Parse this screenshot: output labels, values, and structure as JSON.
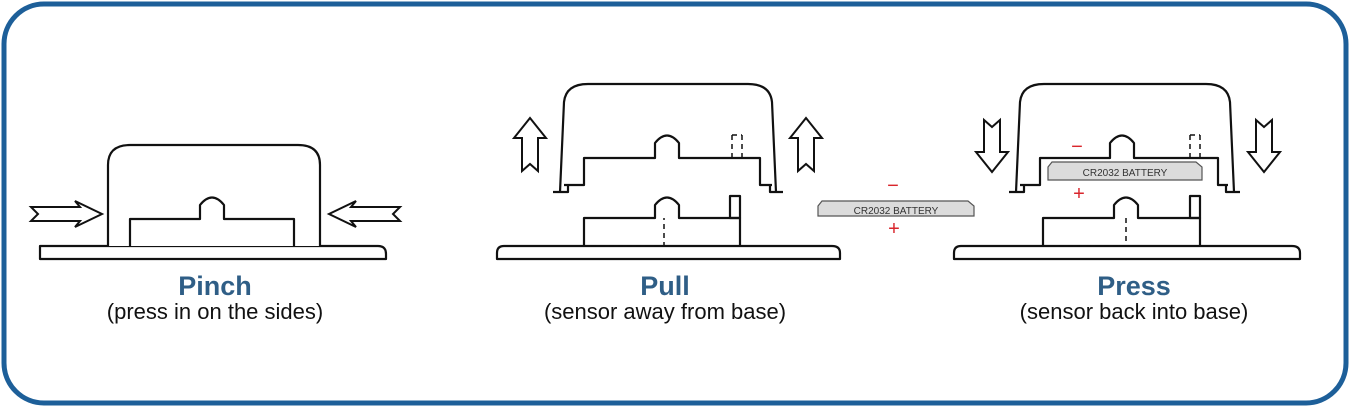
{
  "colors": {
    "frame": "#1d5f99",
    "title": "#2f5e86",
    "polarity": "#d9262c",
    "battery_fill": "#dcdcdc"
  },
  "steps": [
    {
      "title": "Pinch",
      "subtitle": "(press in on the sides)"
    },
    {
      "title": "Pull",
      "subtitle": "(sensor away from base)"
    },
    {
      "title": "Press",
      "subtitle": "(sensor back into base)"
    }
  ],
  "battery": {
    "label": "CR2032 BATTERY",
    "minus": "−",
    "plus": "+"
  },
  "icons": [
    "arrow-right-icon",
    "arrow-left-icon",
    "arrow-up-icon",
    "arrow-down-icon"
  ]
}
